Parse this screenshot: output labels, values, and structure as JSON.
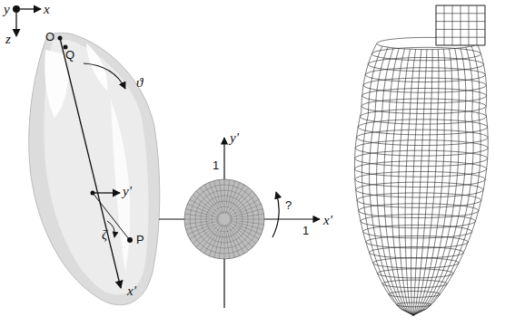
{
  "diagram": {
    "labels": [
      "y",
      "x",
      "z",
      "O",
      "Q",
      "ϑ",
      "y'",
      "ζ",
      "P",
      "x'",
      "y'",
      "1",
      "1",
      "?",
      "x'"
    ]
  }
}
